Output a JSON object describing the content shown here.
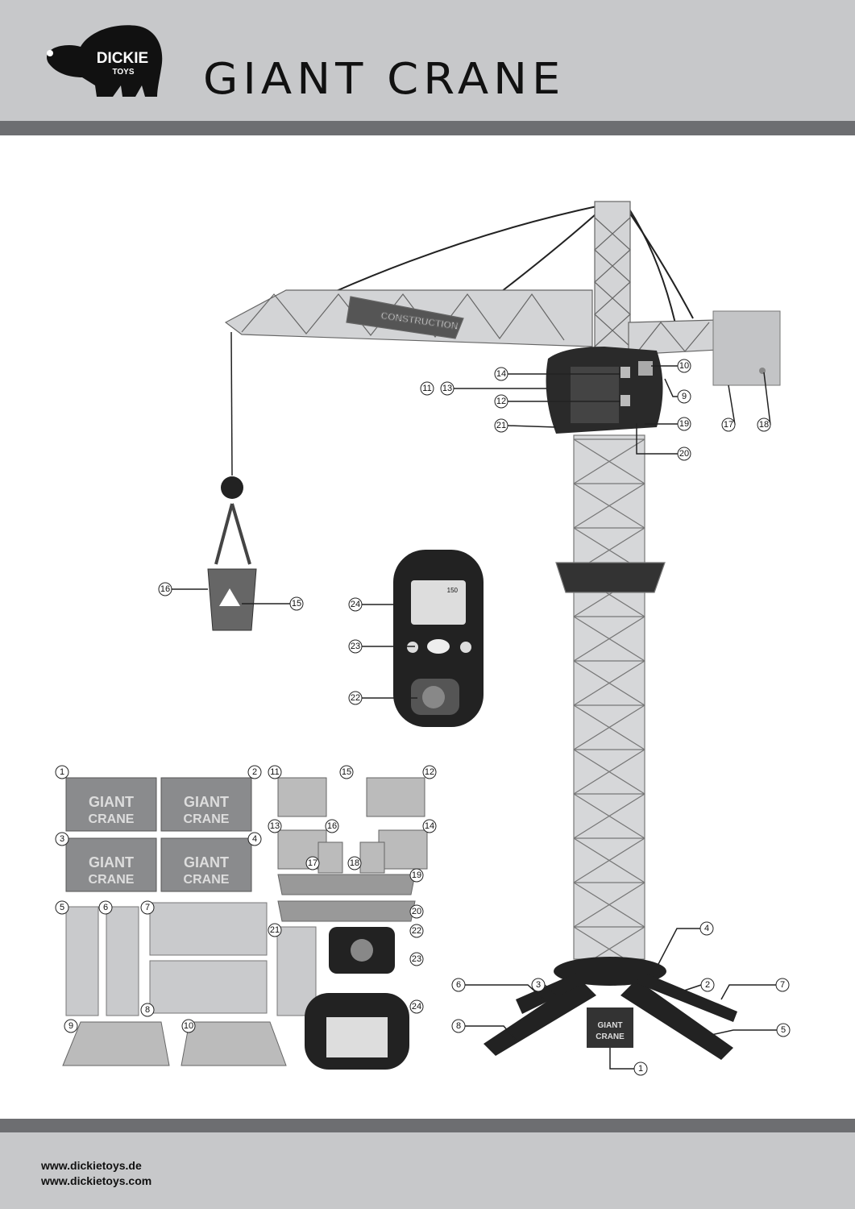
{
  "header": {
    "title": "GIANT CRANE",
    "logo": {
      "brand": "DICKIE",
      "sub": "TOYS"
    }
  },
  "footer": {
    "urls": [
      "www.dickietoys.de",
      "www.dickietoys.com"
    ]
  },
  "crane": {
    "jib_sticker": "CONSTRUCTION",
    "base_sticker": [
      "GIANT",
      "CRANE"
    ]
  },
  "remote": {
    "speed_label": "150"
  },
  "sticker_sheet": {
    "word1": "GIANT",
    "word2": "CRANE"
  },
  "callouts_crane": [
    "14",
    "10",
    "11",
    "13",
    "9",
    "12",
    "21",
    "19",
    "20",
    "17",
    "18",
    "16",
    "15",
    "24",
    "23",
    "22",
    "4",
    "6",
    "3",
    "2",
    "7",
    "8",
    "5",
    "1"
  ],
  "callouts_sheet": [
    "1",
    "2",
    "3",
    "4",
    "11",
    "15",
    "12",
    "13",
    "16",
    "14",
    "17",
    "18",
    "19",
    "20",
    "21",
    "22",
    "23",
    "24",
    "5",
    "6",
    "7",
    "8",
    "9",
    "10"
  ],
  "colors": {
    "header_bg": "#c7c8ca",
    "band": "#6d6e71",
    "crane_grey": "#c9cacc",
    "dark": "#222222"
  }
}
